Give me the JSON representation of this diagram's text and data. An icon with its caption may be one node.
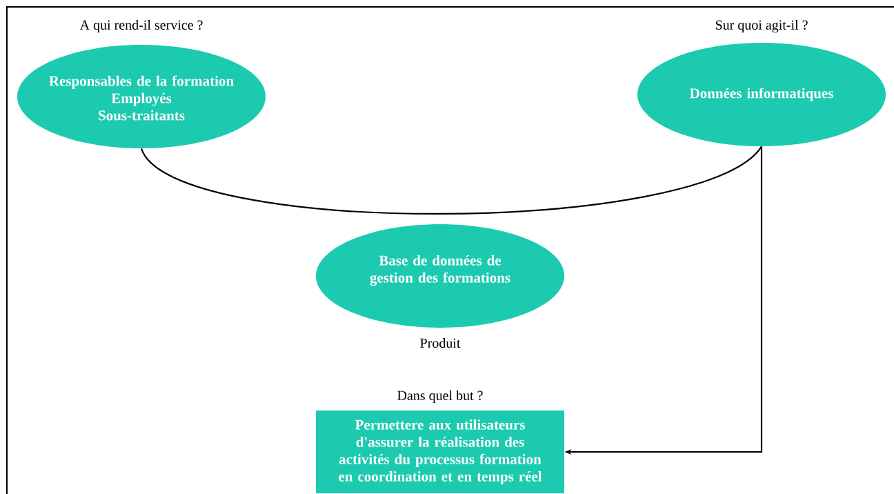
{
  "diagram": {
    "nodes": [
      {
        "text": [
          "A qui rend-il service ?",
          "Responsables de la formation",
          "Employés",
          "Sous-traitants"
        ]
      },
      {
        "text": [
          "Sur quoi agit-il ?",
          "Données informatiques"
        ]
      },
      {
        "text": [
          "Base de données de gestion des formations"
        ],
        "beside": [
          "Produit"
        ]
      },
      {
        "text": [
          "Dans quel but ?",
          "Permettere aux utilisateurs d'assurer la réalisation des activités du processus formation en coordination et en temps réel"
        ]
      }
    ],
    "edges": [
      {
        "from": 0,
        "to": 1,
        "arrow": "none"
      },
      {
        "from": 1,
        "to": 3,
        "arrow": "to"
      }
    ]
  }
}
